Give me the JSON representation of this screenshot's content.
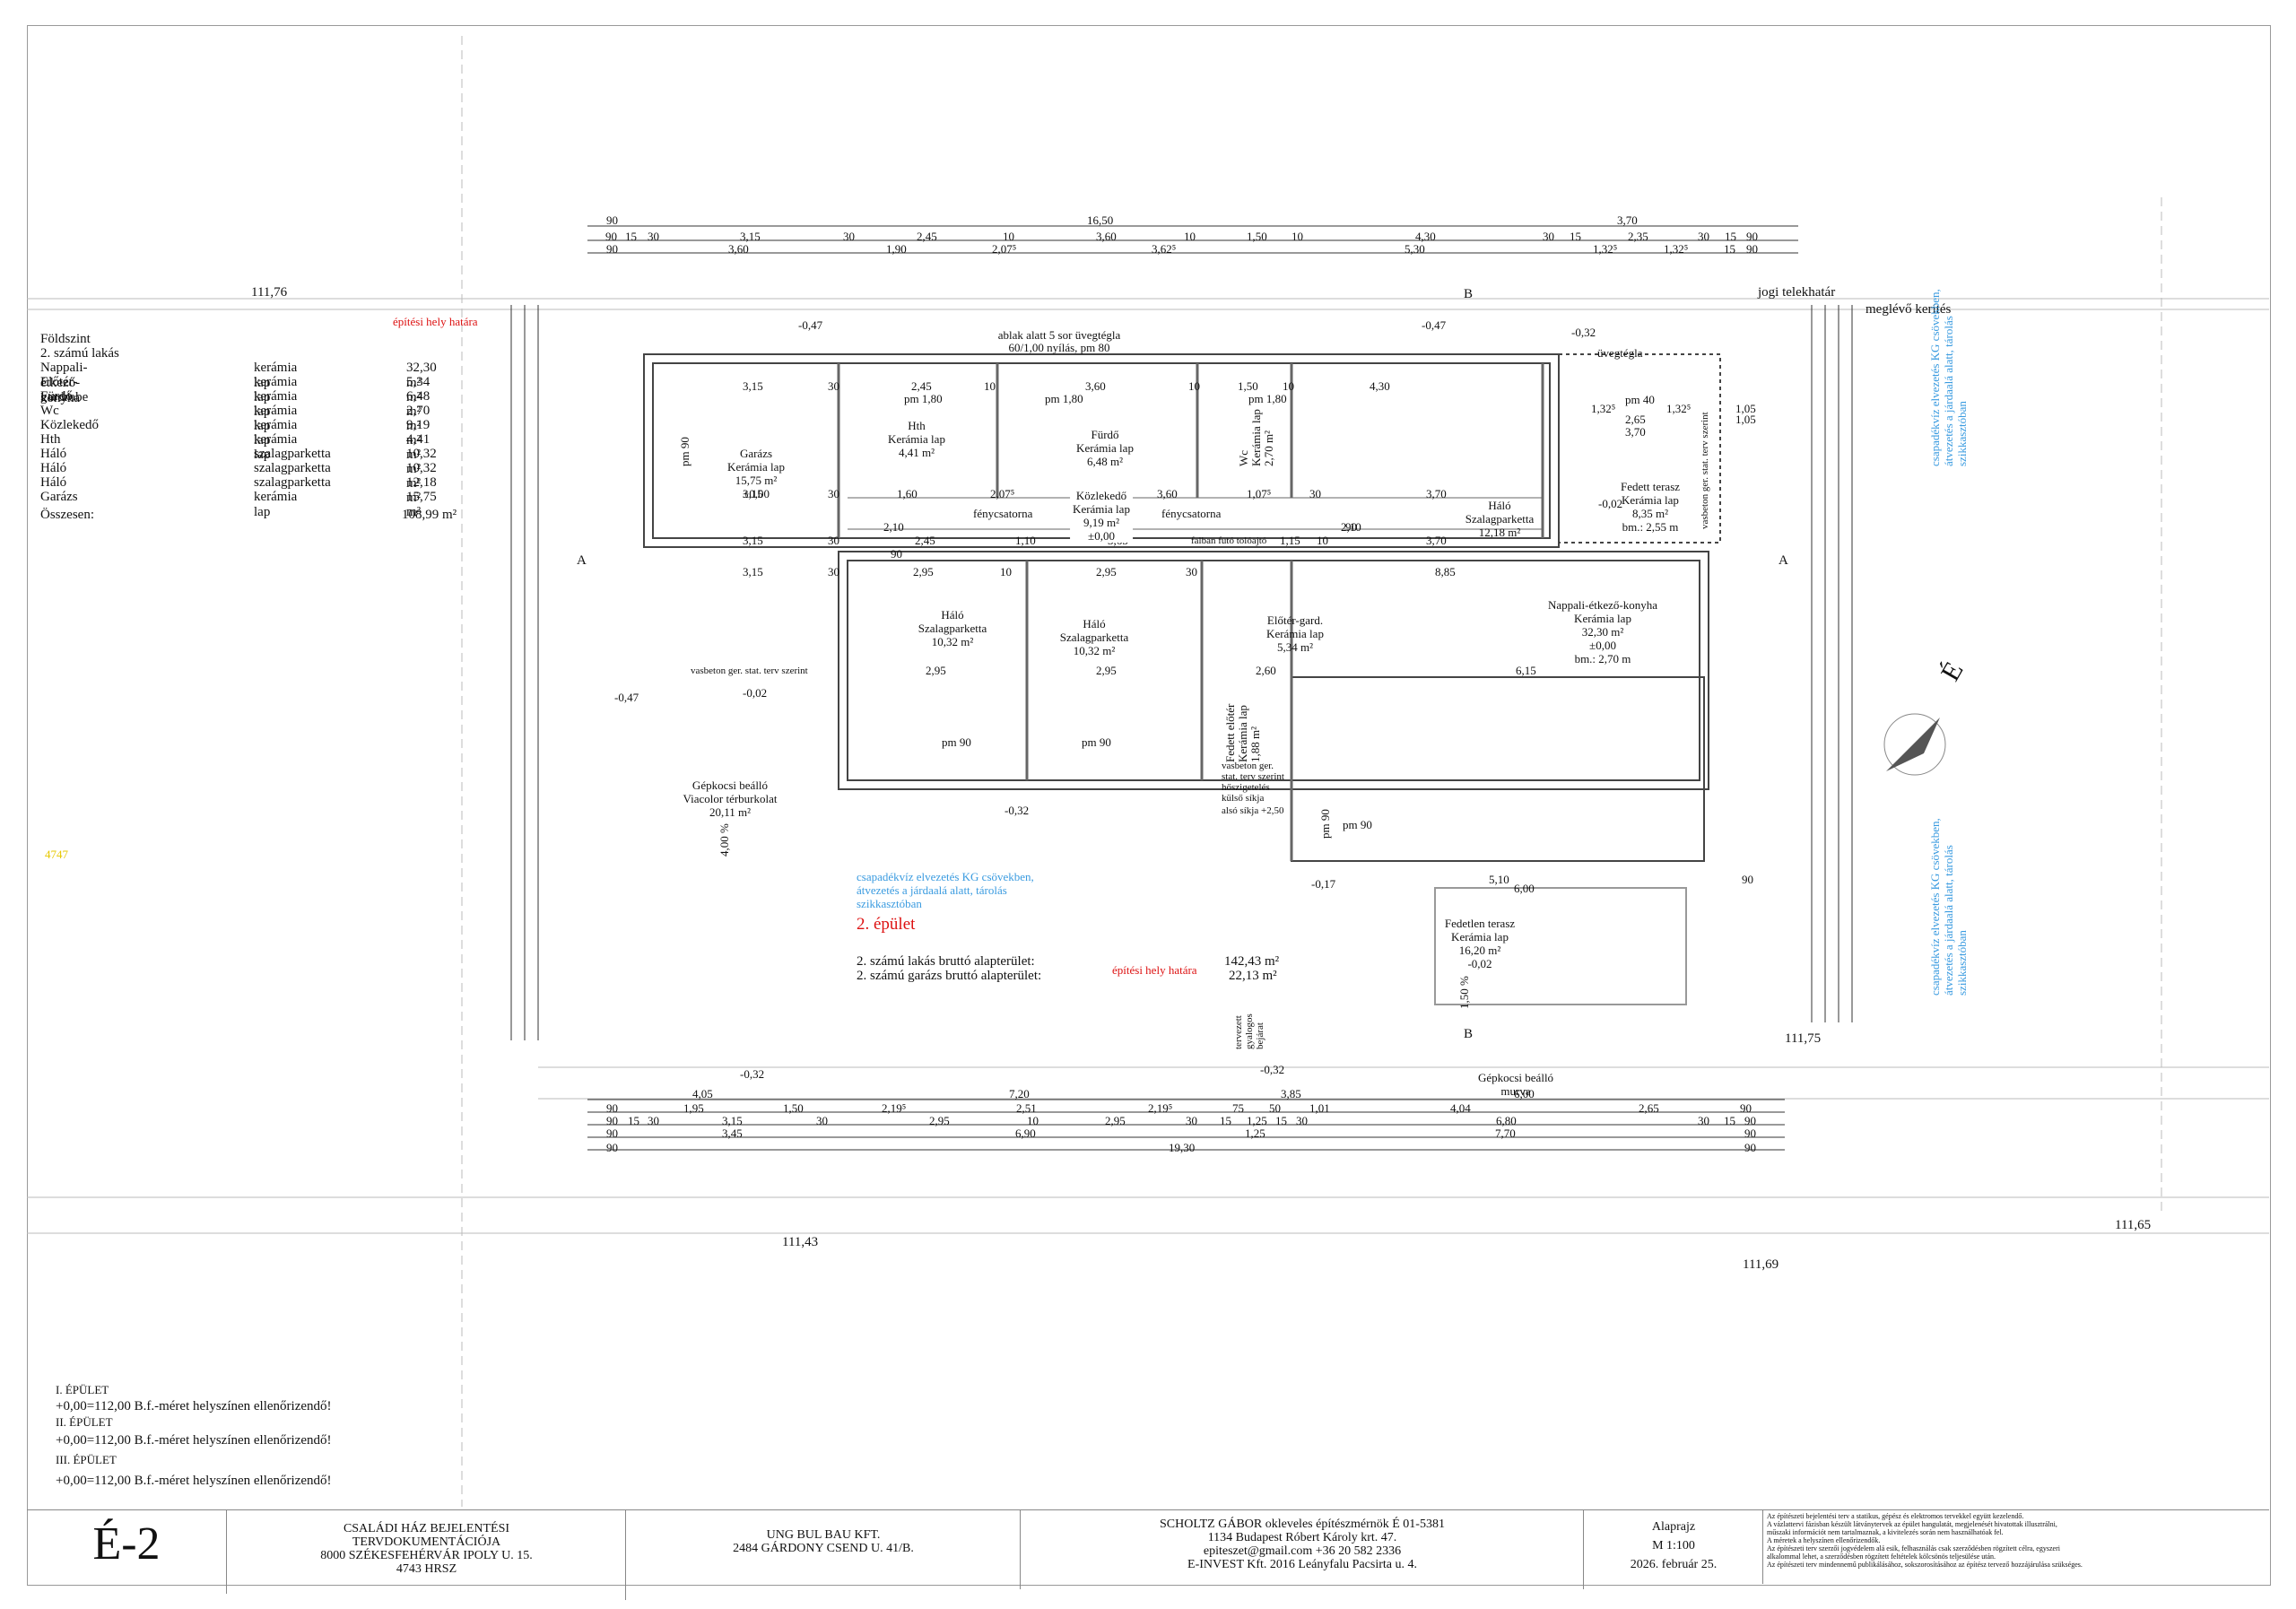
{
  "labels": {
    "epitesi_hely_hatara": "építési hely határa",
    "jogi_telekhatar": "jogi telekhatár",
    "meglevo_kerites": "meglévő kerítés",
    "ablak_note_1": "ablak alatt 5 sor üvegtégla",
    "ablak_note_2": "60/1,00 nyílás, pm 80",
    "uvegtegla": "üvegtégla",
    "fenycsatorna_1": "fénycsatorna",
    "fenycsatorna_2": "fénycsatorna",
    "falban_futo": "falban futó tolóajtó",
    "vasbeton_1": "vasbeton ger. stat. terv szerint",
    "vasbeton_2": "vasbeton ger. stat. terv szerint",
    "vasbeton_3": "vasbeton ger. stat. terv szerint",
    "hoszigeteles": "hőszigetelés külső síkja",
    "also_sikja": "alsó síkja +2,50",
    "csapadek_blue": "csapadékvíz elvezetés KG csövekben, átvezetés a járdaalá alatt, tárolás szikkasztóban",
    "csapadek_right_1": "csapadékvíz elvezetés KG csövekben, átvezetés a járdaalá alatt, tárolás szikkasztóban",
    "csapadek_right_2": "csapadékvíz elvezetés KG csövekben, átvezetés a járdaalá alatt, tárolás szikkasztóban",
    "epulet_2": "2. épület",
    "brutto_lakas": "2. számú lakás bruttó alapterület:",
    "brutto_lakas_val": "142,43 m²",
    "brutto_garazs": "2. számú garázs bruttó alapterület:",
    "brutto_garazs_val": "22,13 m²",
    "epitesi_hely_hatara_2": "építési hely határa",
    "tervezett_gyalogos": "tervezett gyalogos bejárat",
    "gepkocsi_beallo_top": "Gépkocsi beálló",
    "gepkocsi_beallo_murva": "murva",
    "gepkocsi_1": "Gépkocsi beálló",
    "gepkocsi_2": "Viacolor térburkolat",
    "gepkocsi_3": "20,11 m²",
    "percent_400": "4,00 %",
    "percent_150": "1,50 %",
    "yellow": "4747",
    "section_A": "A",
    "section_B": "B",
    "compass_E": "É"
  },
  "levels": {
    "l_111_76": "111,76",
    "l_111_75": "111,75",
    "l_111_43": "111,43",
    "l_111_65": "111,65",
    "l_111_69": "111,69",
    "m047a": "-0,47",
    "m047b": "-0,47",
    "m047c": "-0,47",
    "m032a": "-0,32",
    "m032b": "-0,32",
    "m032c": "-0,32",
    "m032d": "-0,32",
    "m002a": "-0,02",
    "m002b": "-0,02",
    "m017": "-0,17",
    "m002c": "-0,02"
  },
  "legend": {
    "title1": "Földszint",
    "title2": "2. számú lakás",
    "rows": [
      {
        "name": "Nappali-étkező-konyha",
        "floor": "kerámia lap",
        "area": "32,30 m²"
      },
      {
        "name": "Előtér-gardrobe",
        "floor": "kerámia lap",
        "area": "5,34 m²"
      },
      {
        "name": "Fürdő",
        "floor": "kerámia lap",
        "area": "6,48 m²"
      },
      {
        "name": "Wc",
        "floor": "kerámia lap",
        "area": "2,70 m²"
      },
      {
        "name": "Közlekedő",
        "floor": "kerámia lap",
        "area": "9,19 m²"
      },
      {
        "name": "Hth",
        "floor": "kerámia lap",
        "area": "4,41 m²"
      },
      {
        "name": "Háló",
        "floor": "szalagparketta",
        "area": "10,32 m²"
      },
      {
        "name": "Háló",
        "floor": "szalagparketta",
        "area": "10,32 m²"
      },
      {
        "name": "Háló",
        "floor": "szalagparketta",
        "area": "12,18 m²"
      },
      {
        "name": "Garázs",
        "floor": "kerámia lap",
        "area": "15,75 m²"
      }
    ],
    "total_label": "Összesen:",
    "total_value": "108,99 m²"
  },
  "rooms": {
    "garazs": [
      "Garázs",
      "Kerámia lap",
      "15,75 m²",
      "±0,00"
    ],
    "hth": [
      "Hth",
      "Kerámia lap",
      "4,41 m²"
    ],
    "furdo": [
      "Fürdő",
      "Kerámia lap",
      "6,48 m²"
    ],
    "wc": [
      "Wc",
      "Kerámia lap",
      "2,70 m²"
    ],
    "halo_ne": [
      "Háló",
      "Szalagparketta",
      "12,18 m²"
    ],
    "fedett_terasz": [
      "Fedett terasz",
      "Kerámia lap",
      "8,35 m²",
      "bm.: 2,55 m"
    ],
    "kozlekedo": [
      "Közlekedő",
      "Kerámia lap",
      "9,19 m²",
      "±0,00"
    ],
    "halo_1": [
      "Háló",
      "Szalagparketta",
      "10,32 m²"
    ],
    "halo_2": [
      "Háló",
      "Szalagparketta",
      "10,32 m²"
    ],
    "eloter": [
      "Előtér-gard.",
      "Kerámia lap",
      "5,34 m²"
    ],
    "nappali": [
      "Nappali-étkező-konyha",
      "Kerámia lap",
      "32,30 m²",
      "±0,00",
      "bm.: 2,70 m"
    ],
    "fedett_eloter": [
      "Fedett előtér",
      "Kerámia lap",
      "1,88 m²"
    ],
    "fedetlen": [
      "Fedetlen terasz",
      "Kerámia lap",
      "16,20 m²",
      "-0,02"
    ]
  },
  "room_marks": {
    "pm80a": "pm 1,80",
    "pm80b": "pm 1,80",
    "pm80c": "pm 1,80",
    "pm40": "pm 40",
    "pm90a": "pm 90",
    "pm90b": "pm 90",
    "pm90c": "pm 90",
    "pm90d": "pm 90",
    "pm90e": "pm 90"
  },
  "dims_top": {
    "r1": [
      "90",
      "16,50",
      "3,70"
    ],
    "r2": [
      "90",
      "15",
      "30",
      "3,15",
      "30",
      "2,45",
      "10",
      "3,60",
      "10",
      "1,50",
      "10",
      "4,30",
      "30",
      "15",
      "2,35",
      "30",
      "15",
      "90"
    ],
    "r3": [
      "90",
      "3,60",
      "1,90",
      "2,07⁵",
      "3,62⁵",
      "5,30",
      "1,32⁵",
      "1,32⁵",
      "15",
      "90"
    ]
  },
  "dims_bottom": {
    "r1": [
      "4,05",
      "7,20",
      "3,85",
      "6,00"
    ],
    "r2": [
      "90",
      "1,95",
      "1,50",
      "2,19⁵",
      "2,51",
      "2,19⁵",
      "75",
      "50",
      "1,01",
      "4,04",
      "2,65",
      "90"
    ],
    "r3": [
      "90",
      "15",
      "30",
      "3,15",
      "30",
      "2,95",
      "10",
      "2,95",
      "30",
      "15",
      "1,25",
      "15",
      "30",
      "6,80",
      "30",
      "15",
      "90"
    ],
    "r4": [
      "90",
      "3,45",
      "6,90",
      "1,25",
      "7,70",
      "90"
    ],
    "r5": [
      "90",
      "19,30",
      "90"
    ]
  },
  "inner_dims": [
    "3,15",
    "30",
    "2,45",
    "10",
    "3,60",
    "10",
    "1,50",
    "10",
    "4,30",
    "3,15",
    "30",
    "1,60",
    "2,07⁵",
    "3,60",
    "1,07⁵",
    "30",
    "3,70",
    "90",
    "2,10",
    "90",
    "2,10",
    "3,15",
    "30",
    "2,45",
    "1,10",
    "3,65",
    "1,15",
    "10",
    "3,70",
    "3,15",
    "30",
    "2,95",
    "10",
    "2,95",
    "30",
    "8,85",
    "2,95",
    "2,95",
    "2,60",
    "6,15",
    "5,10",
    "6,00",
    "90",
    "1,32⁵",
    "2,65",
    "3,70",
    "1,32⁵",
    "1,05",
    "1,05"
  ],
  "notes": {
    "i": "I. ÉPÜLET",
    "i_val": "+0,00=112,00 B.f.-méret helyszínen ellenőrizendő!",
    "ii": "II. ÉPÜLET",
    "ii_val": "+0,00=112,00 B.f.-méret helyszínen ellenőrizendő!",
    "iii": "III. ÉPÜLET",
    "iii_val": "+0,00=112,00 B.f.-méret helyszínen ellenőrizendő!"
  },
  "title_block": {
    "code": "É-2",
    "project": [
      "CSALÁDI HÁZ BEJELENTÉSI",
      "TERVDOKUMENTÁCIÓJA",
      "8000 SZÉKESFEHÉRVÁR IPOLY U. 15.",
      "4743 HRSZ"
    ],
    "client": [
      "UNG BUL BAU KFT.",
      "2484 GÁRDONY CSEND U. 41/B."
    ],
    "designer": [
      "SCHOLTZ GÁBOR okleveles építészmérnök  É 01-5381",
      "1134 Budapest Róbert Károly krt. 47.",
      "epiteszet@gmail.com   +36 20 582 2336",
      "E-INVEST Kft. 2016 Leányfalu Pacsirta u. 4."
    ],
    "sheet": "Alaprajz",
    "scale": "M 1:100",
    "date": "2026. február 25.",
    "disclaimer": [
      "Az építészeti bejelentési terv a statikus, gépész és elektromos tervekkel együtt kezelendő.",
      "A vázlattervi fázisban készült látványtervek az épület hangulatát, megjelenését hivatottak illusztrálni,",
      "műszaki információt nem tartalmaznak, a kivitelezés során nem használhatóak fel.",
      "A méretek a helyszínen ellenőrizendők.",
      "Az építészeti terv szerzői jogvédelem alá esik, felhasználás csak szerződésben rögzített célra, egyszeri",
      "alkalommal lehet, a szerződésben rögzített feltételek kölcsönös teljesülése után.",
      "Az építészeti terv mindennemű publikálásához, sokszorosításához az építész tervező hozzájárulása szükséges."
    ]
  },
  "colors": {
    "red": "#d11",
    "blue": "#3a9be0",
    "wall": "#555"
  }
}
